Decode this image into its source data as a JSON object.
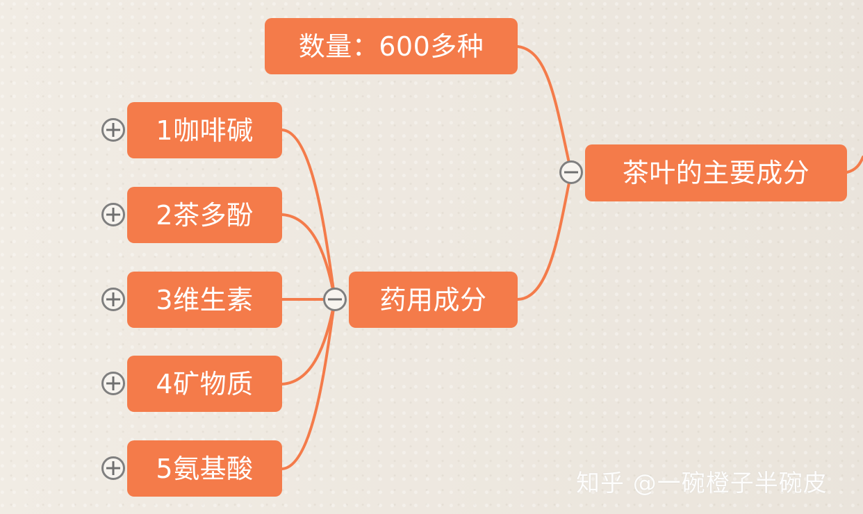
{
  "mindmap": {
    "root": {
      "label": "茶叶的主要成分",
      "children": [
        {
          "label": "数量：600多种"
        },
        {
          "label": "药用成分",
          "children": [
            {
              "label": "1咖啡碱"
            },
            {
              "label": "2茶多酚"
            },
            {
              "label": "3维生素"
            },
            {
              "label": "4矿物质"
            },
            {
              "label": "5氨基酸"
            }
          ]
        }
      ]
    }
  },
  "watermark": "知乎 @一碗橙子半碗皮",
  "colors": {
    "node_fill": "#f47b4a",
    "connector": "#f47b4a",
    "toggle_border": "#7f7f7f",
    "background": "#efe9e0"
  },
  "icons": {
    "collapse": "minus-circle-icon",
    "expand": "plus-circle-icon"
  }
}
